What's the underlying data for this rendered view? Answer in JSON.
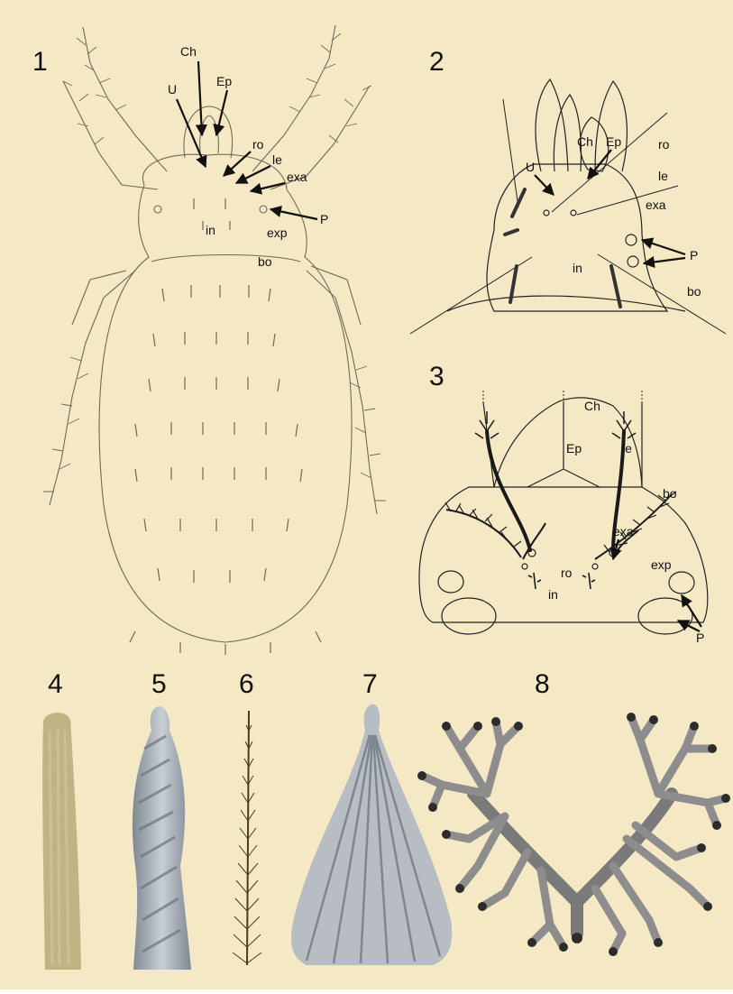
{
  "colors": {
    "background": "#f5e8c4",
    "drawing_ink": "#6e6a58",
    "dark_ink": "#1f1f1f",
    "sem_gray": "#a6acb4",
    "sensilla_dark": "#3a3a3a"
  },
  "panels": [
    {
      "number": "1",
      "labels": [
        "Ch",
        "Ep",
        "U",
        "ro",
        "le",
        "exa",
        "P",
        "in",
        "exp",
        "bo"
      ]
    },
    {
      "number": "2",
      "labels": [
        "Ch",
        "Ep",
        "U",
        "ro",
        "le",
        "exa",
        "P",
        "in",
        "bo"
      ]
    },
    {
      "number": "3",
      "labels": [
        "Ch",
        "Ep",
        "le",
        "bo",
        "exa",
        "ro",
        "exp",
        "in",
        "P"
      ]
    },
    {
      "number": "4",
      "labels": []
    },
    {
      "number": "5",
      "labels": []
    },
    {
      "number": "6",
      "labels": []
    },
    {
      "number": "7",
      "labels": []
    },
    {
      "number": "8",
      "labels": []
    }
  ]
}
